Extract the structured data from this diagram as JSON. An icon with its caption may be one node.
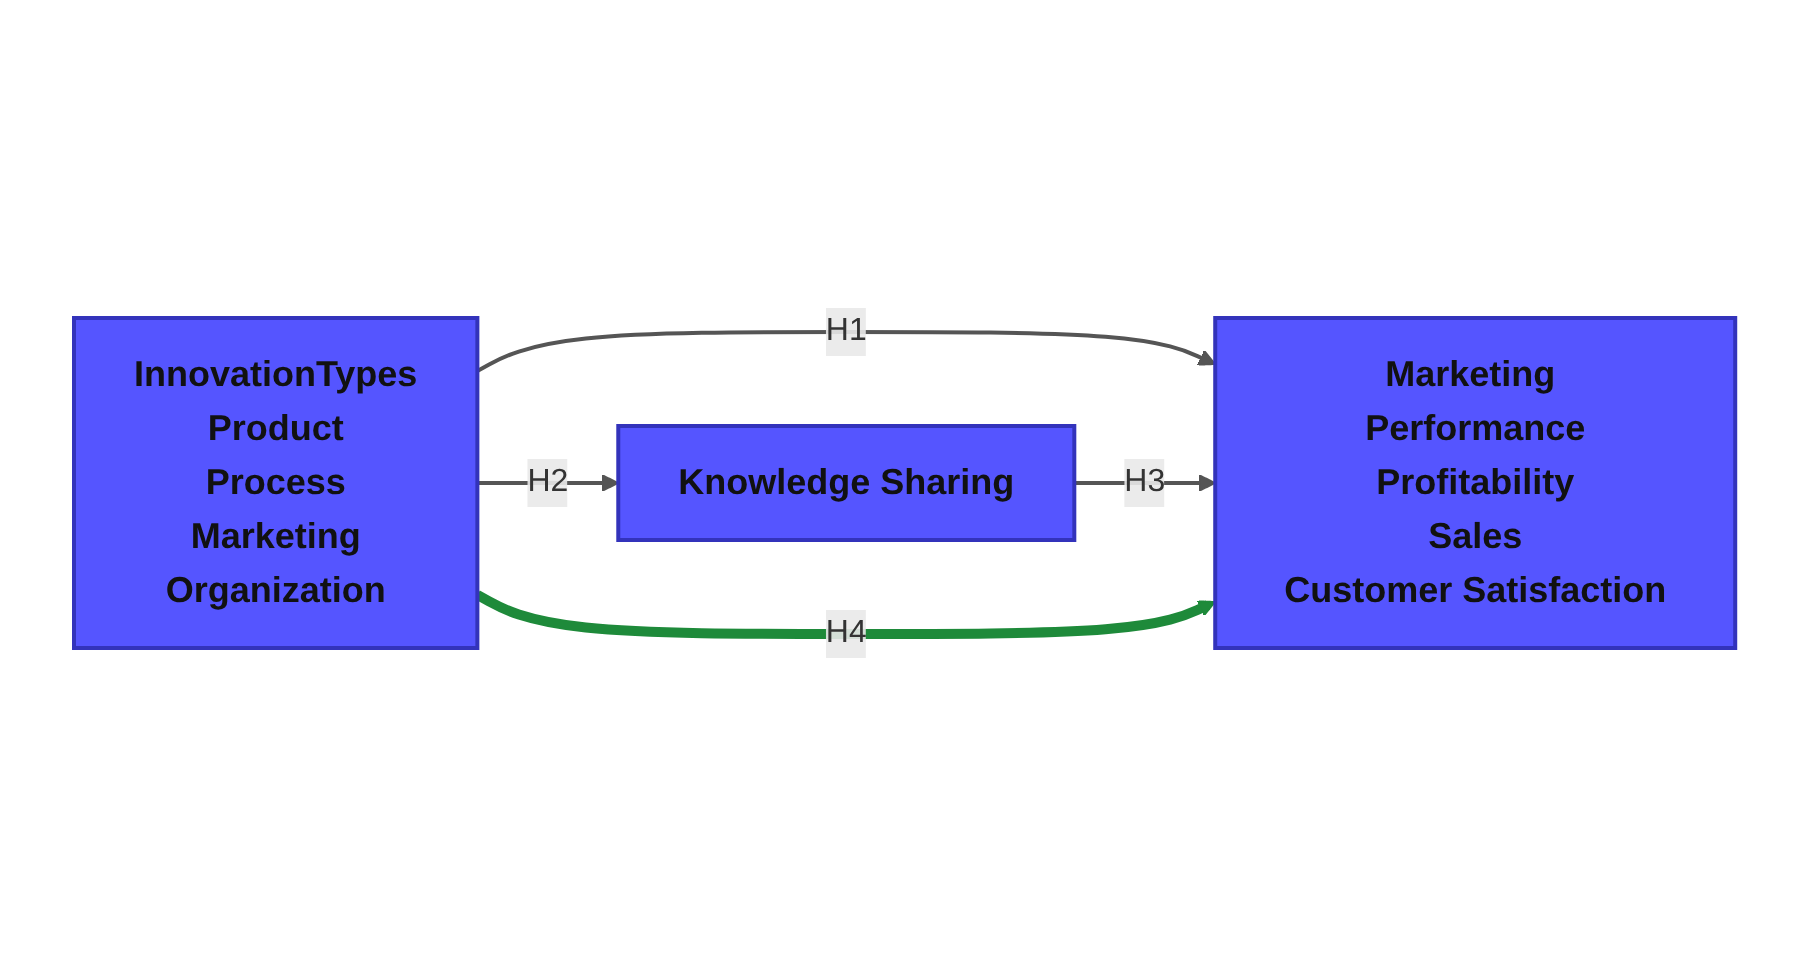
{
  "diagram": {
    "nodes": [
      {
        "text": [
          "Knowledge Sharing"
        ]
      },
      {
        "text": [
          "InnovationTypes",
          "Product",
          "Process",
          "Marketing",
          "Organization"
        ]
      },
      {
        "text": [
          "Marketing Performance",
          "Profitability",
          "Sales",
          "Customer Satisfaction"
        ]
      }
    ],
    "edges": [
      {
        "from": 1,
        "to": 2,
        "arrow": "to",
        "label": "H1"
      },
      {
        "from": 1,
        "to": 0,
        "arrow": "to",
        "label": "H2"
      },
      {
        "from": 0,
        "to": 2,
        "arrow": "to",
        "label": "H3"
      },
      {
        "from": 1,
        "to": 2,
        "arrow": "to",
        "label": "H4",
        "style": "thick",
        "color": "#1e8a3a"
      }
    ]
  }
}
